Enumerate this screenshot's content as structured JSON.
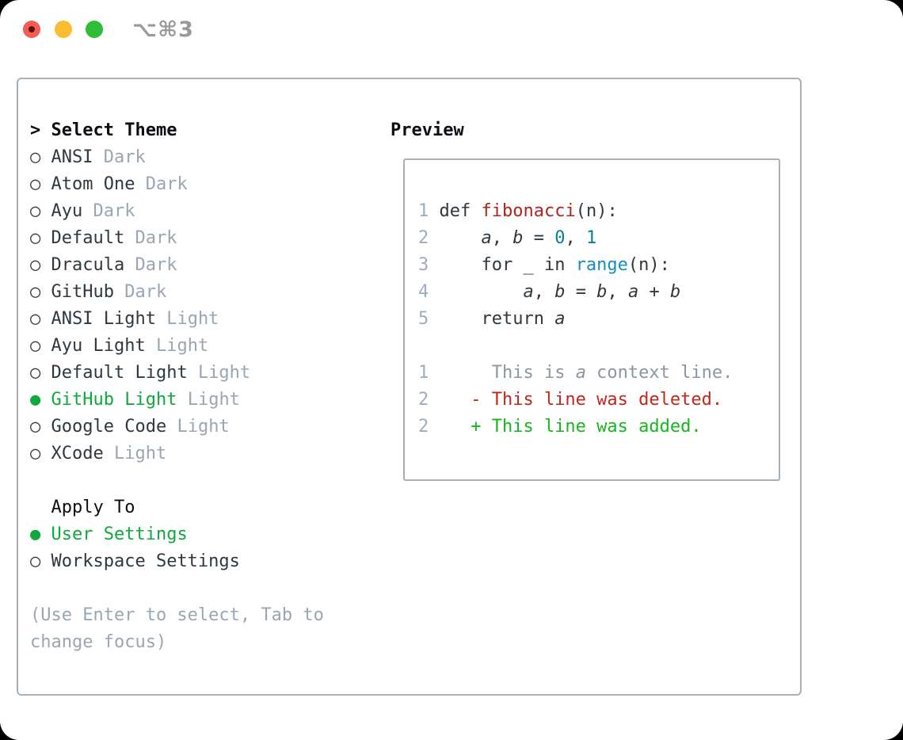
{
  "window": {
    "shortcut": "⌥⌘3"
  },
  "icons": {
    "cursor": ">",
    "radio_unselected": "○",
    "radio_selected": "●"
  },
  "theme_picker": {
    "title": "Select Theme",
    "items": [
      {
        "name": "ANSI",
        "variant": "Dark",
        "selected": false
      },
      {
        "name": "Atom One",
        "variant": "Dark",
        "selected": false
      },
      {
        "name": "Ayu",
        "variant": "Dark",
        "selected": false
      },
      {
        "name": "Default",
        "variant": "Dark",
        "selected": false
      },
      {
        "name": "Dracula",
        "variant": "Dark",
        "selected": false
      },
      {
        "name": "GitHub",
        "variant": "Dark",
        "selected": false
      },
      {
        "name": "ANSI Light",
        "variant": "Light",
        "selected": false
      },
      {
        "name": "Ayu Light",
        "variant": "Light",
        "selected": false
      },
      {
        "name": "Default Light",
        "variant": "Light",
        "selected": false
      },
      {
        "name": "GitHub Light",
        "variant": "Light",
        "selected": true
      },
      {
        "name": "Google Code",
        "variant": "Light",
        "selected": false
      },
      {
        "name": "XCode",
        "variant": "Light",
        "selected": false
      }
    ]
  },
  "apply_to": {
    "title": "Apply To",
    "options": [
      {
        "label": "User Settings",
        "selected": true
      },
      {
        "label": "Workspace Settings",
        "selected": false
      }
    ]
  },
  "help_text": "(Use Enter to select, Tab to change focus)",
  "preview": {
    "title": "Preview",
    "lines": [
      {
        "num": "1",
        "segments": [
          {
            "t": " def ",
            "s": "code"
          },
          {
            "t": "fibonacci",
            "s": "func"
          },
          {
            "t": "(n):",
            "s": "code"
          }
        ]
      },
      {
        "num": "2",
        "segments": [
          {
            "t": "     ",
            "s": "code"
          },
          {
            "t": "a",
            "s": "code italic"
          },
          {
            "t": ", ",
            "s": "code"
          },
          {
            "t": "b",
            "s": "code italic"
          },
          {
            "t": " = ",
            "s": "code"
          },
          {
            "t": "0",
            "s": "num"
          },
          {
            "t": ", ",
            "s": "code"
          },
          {
            "t": "1",
            "s": "num"
          }
        ]
      },
      {
        "num": "3",
        "segments": [
          {
            "t": "     for _ in ",
            "s": "code"
          },
          {
            "t": "range",
            "s": "builtin"
          },
          {
            "t": "(n):",
            "s": "code"
          }
        ]
      },
      {
        "num": "4",
        "segments": [
          {
            "t": "         ",
            "s": "code"
          },
          {
            "t": "a",
            "s": "code italic"
          },
          {
            "t": ", ",
            "s": "code"
          },
          {
            "t": "b",
            "s": "code italic"
          },
          {
            "t": " = ",
            "s": "code"
          },
          {
            "t": "b",
            "s": "code italic"
          },
          {
            "t": ", ",
            "s": "code"
          },
          {
            "t": "a",
            "s": "code italic"
          },
          {
            "t": " + ",
            "s": "code"
          },
          {
            "t": "b",
            "s": "code italic"
          }
        ]
      },
      {
        "num": "5",
        "segments": [
          {
            "t": "     return ",
            "s": "code"
          },
          {
            "t": "a",
            "s": "code italic"
          }
        ]
      },
      {
        "num": "",
        "segments": []
      },
      {
        "num": "1",
        "segments": [
          {
            "t": "      This is ",
            "s": "ctx"
          },
          {
            "t": "a",
            "s": "ctx italic"
          },
          {
            "t": " context line.",
            "s": "ctx"
          }
        ]
      },
      {
        "num": "2",
        "segments": [
          {
            "t": "    - This line was deleted.",
            "s": "del"
          }
        ]
      },
      {
        "num": "2",
        "segments": [
          {
            "t": "    + This line was added.",
            "s": "add"
          }
        ]
      }
    ]
  },
  "colors": {
    "accent_green": "#0fa83c",
    "diff_added": "#16b61e",
    "diff_removed": "#c3261a",
    "syntax_function": "#b0241c",
    "syntax_number": "#0c7f8c",
    "syntax_builtin": "#128dc7",
    "text_primary": "#2e3840",
    "text_heading": "#0b0f14",
    "text_muted": "#9aa6b2",
    "line_number": "#9fabbc",
    "context_text": "#8d969e",
    "panel_border": "#a7b1ba",
    "titlebar_red": "#f25c55",
    "titlebar_red_dot": "#5e100f",
    "titlebar_yellow": "#fbbc30",
    "titlebar_green": "#2dbd36",
    "shortcut_text": "#9a9a9a"
  }
}
